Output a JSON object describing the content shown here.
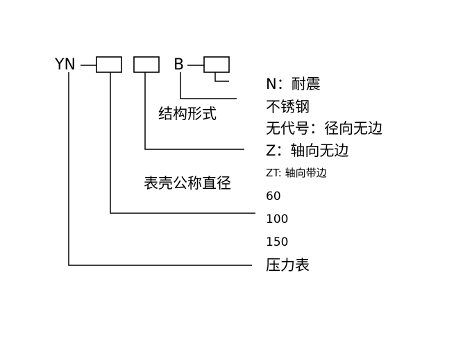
{
  "prefix": "YN",
  "suffix_letter": "B",
  "labels": {
    "structure_form": "结构形式",
    "case_diameter": "表壳公称直径",
    "pressure_gauge": "压力表"
  },
  "options": {
    "shock_resistant": "N：耐震",
    "stainless_steel": "不锈钢",
    "no_code_radial": "无代号：径向无边",
    "z_axial": "Z：轴向无边",
    "zt_axial_flange": "ZT: 轴向带边",
    "size_60": "60",
    "size_100": "100",
    "size_150": "150"
  }
}
